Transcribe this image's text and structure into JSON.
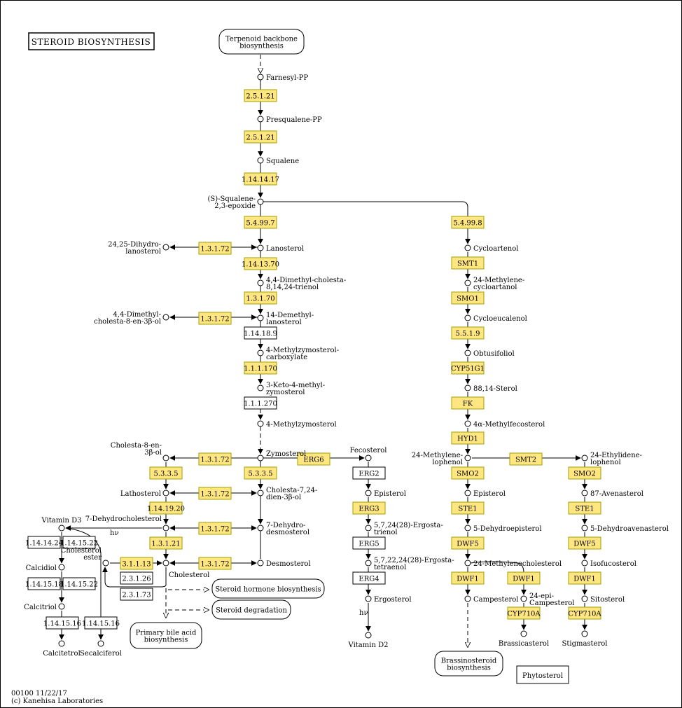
{
  "title": "STEROID  BIOSYNTHESIS",
  "footer": {
    "line1": "00100 11/22/17",
    "line2": "(c) Kanehisa Laboratories"
  },
  "colors": {
    "enzyme_fill": "#FFE680",
    "enzyme_stroke": "#A0A000",
    "enzyme_text": "#7A5200",
    "line": "#000000"
  },
  "hv": "hν",
  "maps": {
    "terpenoid": [
      "Terpenoid backbone",
      "biosynthesis"
    ],
    "steroid_hormone": [
      "Steroid hormone biosynthesis"
    ],
    "steroid_degradation": [
      "Steroid degradation"
    ],
    "bile_acid": [
      "Primary bile acid",
      "biosynthesis"
    ],
    "brassinosteroid": [
      "Brassinosteroid",
      "biosynthesis"
    ]
  },
  "phytosterol": "Phytosterol",
  "compounds": {
    "farnesyl_pp": [
      "Farnesyl-PP"
    ],
    "presqualene_pp": [
      "Presqualene-PP"
    ],
    "squalene": [
      "Squalene"
    ],
    "squalene_epoxide": [
      "(S)-Squalene-",
      "2,3-epoxide"
    ],
    "lanosterol": [
      "Lanosterol"
    ],
    "dihydrolanosterol": [
      "24,25-Dihydro-",
      "lanosterol"
    ],
    "dimethylcholesta_trienol": [
      "4,4-Dimethyl-cholesta-",
      "8,14,24-trienol"
    ],
    "demethyllanosterol": [
      "14-Demethyl-",
      "lanosterol"
    ],
    "dimethylcholestenol": [
      "4,4-Dimethyl-",
      "cholesta-8-en-3β-ol"
    ],
    "methylzymosterol_carboxylate": [
      "4-Methylzymosterol-",
      "carboxylate"
    ],
    "keto_methyl_zymosterol": [
      "3-Keto-4-methyl-",
      "zymosterol"
    ],
    "methylzymosterol": [
      "4-Methylzymosterol"
    ],
    "zymosterol": [
      "Zymosterol"
    ],
    "cholesta8enol": [
      "Cholesta-8-en-",
      "3β-ol"
    ],
    "fecosterol": [
      "Fecosterol"
    ],
    "lathosterol": [
      "Lathosterol"
    ],
    "cholesta724dienol": [
      "Cholesta-7,24-",
      "dien-3β-ol"
    ],
    "episterol": [
      "Episterol"
    ],
    "ergostatrienol": [
      "5,7,24(28)-Ergosta-",
      "trienol"
    ],
    "ergostatetraenol": [
      "5,7,22,24(28)-Ergosta-",
      "tetraenol"
    ],
    "ergosterol": [
      "Ergosterol"
    ],
    "vitamin_d2": [
      "Vitamin D2"
    ],
    "vitamin_d3": [
      "Vitamin D3"
    ],
    "dehydrocholesterol": [
      "7-Dehydrocholesterol"
    ],
    "dehydrodesmosterol": [
      "7-Dehydro-",
      "desmosterol"
    ],
    "desmosterol": [
      "Desmosterol"
    ],
    "cholesterol": [
      "Cholesterol"
    ],
    "cholesterol_ester": [
      "Cholesterol",
      "ester"
    ],
    "calcidiol": [
      "Calcidiol"
    ],
    "calcitriol": [
      "Calcitriol"
    ],
    "calcitetrol": [
      "Calcitetrol"
    ],
    "secalciferol": [
      "Secalciferol"
    ],
    "cycloartenol": [
      "Cycloartenol"
    ],
    "methylenecycloartanol": [
      "24-Methylene-",
      "cycloartanol"
    ],
    "cycloeucalenol": [
      "Cycloeucalenol"
    ],
    "obtusifoliol": [
      "Obtusifoliol"
    ],
    "sterol_8814": [
      "88,14-Sterol"
    ],
    "methylfecosterol": [
      "4α-Methylfecosterol"
    ],
    "methylenelophenol": [
      "24-Methylene-",
      "lophenol"
    ],
    "ethylidenelophenol": [
      "24-Ethylidene-",
      "lophenol"
    ],
    "episterol_plant": [
      "Episterol"
    ],
    "avenasterol": [
      "87-Avenasterol"
    ],
    "dehydroepisterol": [
      "5-Dehydroepisterol"
    ],
    "dehydroavenasterol": [
      "5-Dehydroavenasterol"
    ],
    "methylenecholesterol": [
      "24-Methylenecholesterol"
    ],
    "isofucosterol": [
      "Isofucosterol"
    ],
    "campesterol": [
      "Campesterol"
    ],
    "epicampesterol": [
      "24-epi-",
      "Campesterol"
    ],
    "sitosterol": [
      "Sitosterol"
    ],
    "brassicasterol": [
      "Brassicasterol"
    ],
    "stigmasterol": [
      "Stigmasterol"
    ]
  },
  "enzymes": {
    "e2_5_1_21_a": "2.5.1.21",
    "e2_5_1_21_b": "2.5.1.21",
    "e1_14_14_17": "1.14.14.17",
    "e5_4_99_7": "5.4.99.7",
    "e5_4_99_8": "5.4.99.8",
    "e1_3_1_72_a": "1.3.1.72",
    "e1_14_13_70": "1.14.13.70",
    "e1_3_1_70": "1.3.1.70",
    "e1_3_1_72_b": "1.3.1.72",
    "e1_14_18_9": "1.14.18.9",
    "e1_1_1_170": "1.1.1.170",
    "e1_1_1_270": "1.1.1.270",
    "e1_3_1_72_c": "1.3.1.72",
    "e5_3_3_5_a": "5.3.3.5",
    "e5_3_3_5_b": "5.3.3.5",
    "erg6": "ERG6",
    "erg2": "ERG2",
    "e1_3_1_72_d": "1.3.1.72",
    "e1_14_19_20": "1.14.19.20",
    "erg3": "ERG3",
    "e1_3_1_72_e": "1.3.1.72",
    "e1_3_1_21": "1.3.1.21",
    "erg5": "ERG5",
    "e3_1_1_13": "3.1.1.13",
    "e1_3_1_72_f": "1.3.1.72",
    "erg4": "ERG4",
    "e2_3_1_26": "2.3.1.26",
    "e2_3_1_73": "2.3.1.73",
    "e1_14_14_24": "1.14.14.24",
    "e1_14_15_22_a": "1.14.15.22",
    "e1_14_15_18": "1.14.15.18",
    "e1_14_15_22_b": "1.14.15.22",
    "e1_14_15_16_a": "1.14.15.16",
    "e1_14_15_16_b": "1.14.15.16",
    "smt1": "SMT1",
    "smo1": "SMO1",
    "e5_5_1_9": "5.5.1.9",
    "cyp51g1": "CYP51G1",
    "fk": "FK",
    "hyd1": "HYD1",
    "smt2": "SMT2",
    "smo2_a": "SMO2",
    "smo2_b": "SMO2",
    "ste1_a": "STE1",
    "ste1_b": "STE1",
    "dwf5_a": "DWF5",
    "dwf5_b": "DWF5",
    "dwf1_a": "DWF1",
    "dwf1_b": "DWF1",
    "dwf1_c": "DWF1",
    "cyp710a_a": "CYP710A",
    "cyp710a_b": "CYP710A"
  }
}
